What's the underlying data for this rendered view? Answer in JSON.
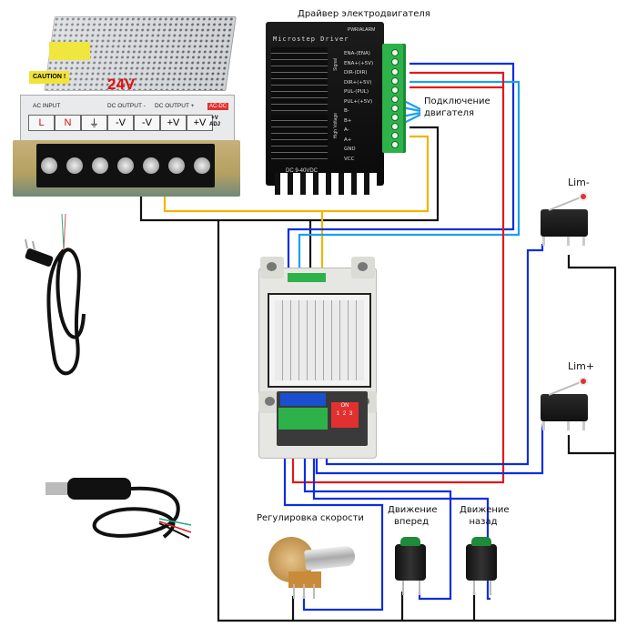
{
  "title": "Драйвер электродвигателя",
  "labels": {
    "motor_connection_line1": "Подключение",
    "motor_connection_line2": "двигателя",
    "lim_minus": "Lim-",
    "lim_plus": "Lim+",
    "speed_control": "Регулировка скорости",
    "forward_line1": "Движение",
    "forward_line2": "вперед",
    "backward_line1": "Движение",
    "backward_line2": "назад"
  },
  "power_supply": {
    "voltage": "24V",
    "caution": "CAUTION !",
    "ac_input": "AC INPUT",
    "dc_output_minus": "DC OUTPUT -",
    "dc_output_plus": "DC OUTPUT +",
    "acdc_badge": "AC-DC",
    "terminals": [
      "L",
      "N",
      "⏚",
      "-V",
      "-V",
      "+V",
      "+V"
    ],
    "adj_line1": "+V",
    "adj_line2": "ADJ"
  },
  "driver": {
    "name": "Microstep Driver",
    "pwr_alarm": "PWR/ALARM",
    "pins": [
      "ENA-(ENA)",
      "ENA+(+5V)",
      "DIR-(DIR)",
      "DIR+(+5V)",
      "PUL-(PUL)",
      "PUL+(+5V)",
      "B-",
      "B+",
      "A-",
      "A+",
      "GND",
      "VCC"
    ],
    "signal_label": "Signal",
    "high_voltage_label": "High Voltage",
    "dc_range": "DC 9-40VDC"
  },
  "controller": {
    "dip_label": "ON",
    "dip_numbers": "1 2 3"
  },
  "wire_colors": {
    "black": "#111111",
    "yellow": "#f2b400",
    "red": "#e8161b",
    "blue": "#0a2fe0",
    "light_blue": "#1aa0f0"
  }
}
